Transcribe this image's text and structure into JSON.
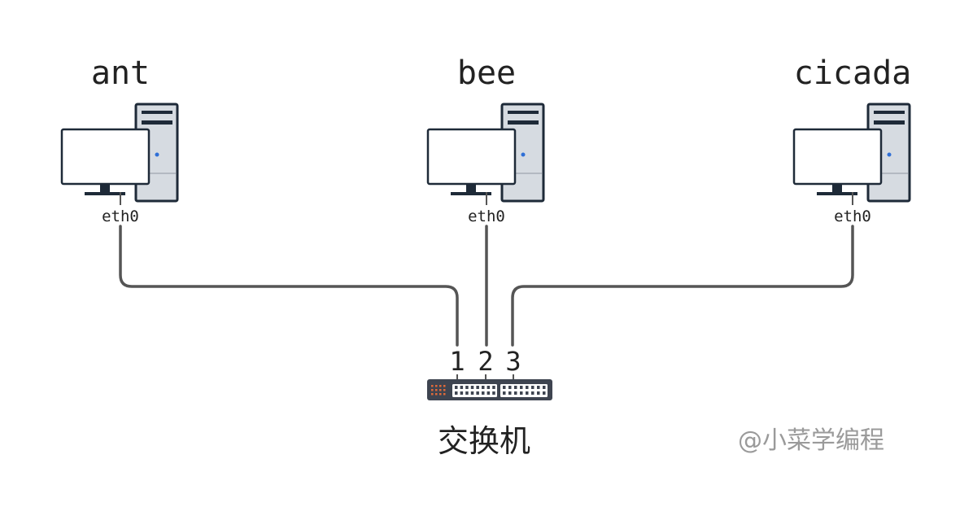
{
  "hosts": [
    {
      "name": "ant",
      "interface": "eth0"
    },
    {
      "name": "bee",
      "interface": "eth0"
    },
    {
      "name": "cicada",
      "interface": "eth0"
    }
  ],
  "switch": {
    "label": "交换机",
    "ports": [
      "1",
      "2",
      "3"
    ]
  },
  "watermark": "@小菜学编程",
  "colors": {
    "cable": "#555555",
    "tower_body": "#d6dbe1",
    "tower_outline": "#1e2a38",
    "power_led": "#2f6fd6",
    "switch_body": "#3e4450",
    "switch_ports_bg": "#ffffff",
    "switch_leds": "#e06a3a",
    "watermark": "#9a9a9a"
  }
}
